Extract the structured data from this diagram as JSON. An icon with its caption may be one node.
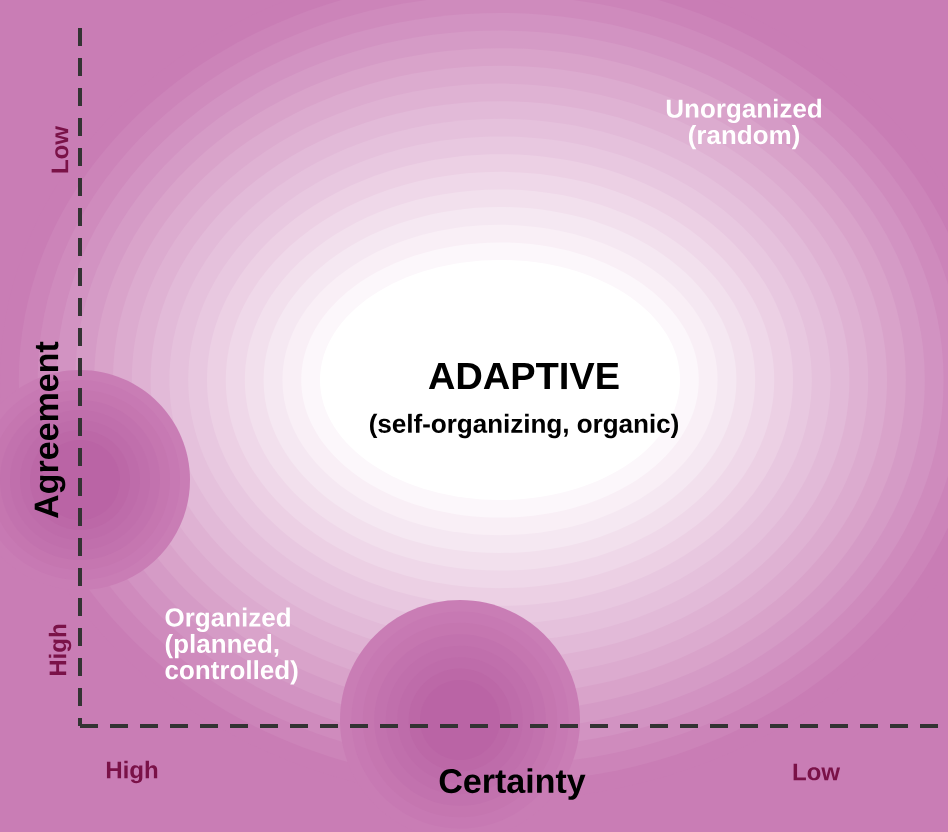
{
  "diagram": {
    "labels": [
      "Unorganized (random)",
      "Low",
      "ADAPTIVE",
      "(self-organizing, organic)",
      "Agreement",
      "Organized (planned, controlled)",
      "High",
      "High",
      "Certainty",
      "Low"
    ]
  }
}
